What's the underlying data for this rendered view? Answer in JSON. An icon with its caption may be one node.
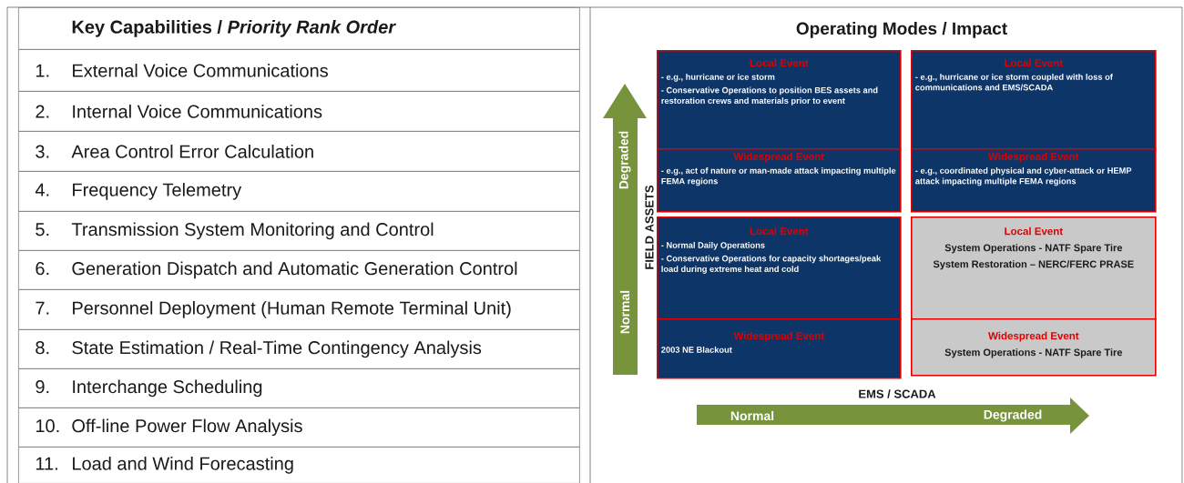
{
  "diagram": {
    "title": "Operating Modes / Impact",
    "nodes": [
      {
        "text": [
          "Local Event",
          "- e.g., hurricane or ice storm",
          "- Conservative Operations to position BES assets and restoration crews and materials prior to event"
        ]
      },
      {
        "text": [
          "Local Event",
          "- e.g., hurricane or ice storm coupled with loss of communications and EMS/SCADA"
        ]
      },
      {
        "text": [
          "Widespread Event",
          "- e.g., act of nature or man-made attack impacting multiple  FEMA regions"
        ]
      },
      {
        "text": [
          "Widespread Event",
          "- e.g., coordinated physical and cyber-attack or HEMP attack impacting multiple FEMA regions"
        ]
      },
      {
        "text": [
          "Local Event",
          "- Normal Daily Operations",
          "- Conservative Operations for capacity shortages/peak load during extreme heat and cold"
        ]
      },
      {
        "text": [
          "Local Event",
          "System Operations - NATF Spare Tire",
          "System Restoration – NERC/FERC PRASE"
        ]
      },
      {
        "text": [
          "Widespread Event",
          "2003 NE Blackout"
        ]
      },
      {
        "text": [
          "Widespread Event",
          "System Operations - NATF Spare Tire"
        ]
      }
    ],
    "labels": [
      "Key Capabilities / *Priority Rank Order*",
      "1.",
      "External Voice Communications",
      "2.",
      "Internal Voice Communications",
      "3.",
      "Area Control Error Calculation",
      "4.",
      "Frequency Telemetry",
      "5.",
      "Transmission System Monitoring and Control",
      "6.",
      "Generation Dispatch and Automatic Generation Control",
      "7.",
      "Personnel Deployment (Human Remote Terminal Unit)",
      "8.",
      "State Estimation / Real-Time Contingency Analysis",
      "9.",
      "Interchange Scheduling",
      "10.",
      "Off-line Power Flow Analysis",
      "11.",
      "Load and Wind Forecasting",
      "Degraded",
      "FIELD ASSETS",
      "Normal",
      "EMS / SCADA",
      "Normal",
      "Degraded"
    ]
  }
}
